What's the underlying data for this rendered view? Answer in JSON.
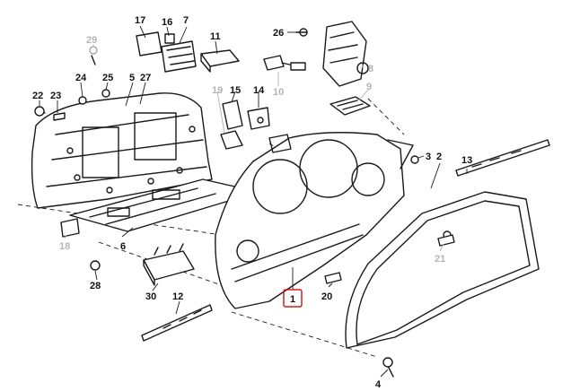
{
  "callouts": {
    "c1": "1",
    "c2": "2",
    "c3": "3",
    "c4": "4",
    "c5": "5",
    "c6": "6",
    "c7": "7",
    "c8": "8",
    "c9": "9",
    "c10": "10",
    "c11": "11",
    "c12": "12",
    "c13": "13",
    "c14": "14",
    "c15": "15",
    "c16": "16",
    "c17": "17",
    "c18": "18",
    "c19": "19",
    "c20": "20",
    "c21": "21",
    "c22": "22",
    "c23": "23",
    "c24": "24",
    "c25": "25",
    "c26": "26",
    "c27": "27",
    "c28": "28",
    "c29": "29",
    "c30": "30"
  },
  "colors": {
    "ink": "#1a1a1a",
    "faded_label": "#b3b3b3",
    "highlight": "#d21f1f",
    "background": "#ffffff"
  },
  "highlighted_part": "1"
}
